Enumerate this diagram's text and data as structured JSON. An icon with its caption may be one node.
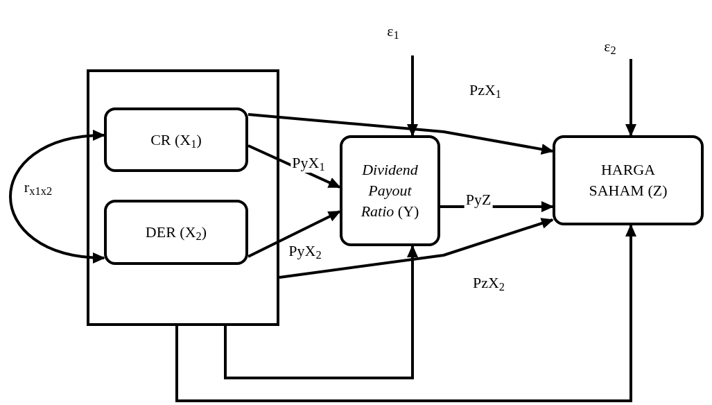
{
  "diagram": {
    "nodes": [
      {
        "text": [],
        "shape": "box"
      },
      {
        "text": [
          "CR (X$_{1}$)"
        ],
        "in": 0
      },
      {
        "text": [
          "DER (X$_{2}$)"
        ],
        "in": 0
      },
      {
        "text": [
          "*Dividend Payout Ratio* (Y)"
        ]
      },
      {
        "text": [
          "HARGA SAHAM (Z)"
        ]
      },
      {
        "text": [
          "ε$_{1}$"
        ]
      },
      {
        "text": [
          "ε$_{2}$"
        ]
      }
    ],
    "edges": [
      {
        "from": 5,
        "to": 3,
        "arrow": "to"
      },
      {
        "from": 6,
        "to": 4,
        "arrow": "to"
      },
      {
        "from": 1,
        "to": 3,
        "arrow": "to",
        "label": "PyX$_{1}$"
      },
      {
        "from": 2,
        "to": 3,
        "arrow": "to",
        "label": "PyX$_{2}$"
      },
      {
        "from": 3,
        "to": 4,
        "arrow": "to",
        "label": "PyZ"
      },
      {
        "from": 1,
        "to": 4,
        "arrow": "to",
        "label": "PzX$_{1}$"
      },
      {
        "from": 0,
        "to": 4,
        "arrow": "to",
        "label": "PzX$_{2}$"
      },
      {
        "from": 1,
        "to": 2,
        "arrow": "both",
        "label": "r$_{x1x2}$"
      },
      {
        "from": 0,
        "to": 3,
        "arrow": "to"
      },
      {
        "from": 0,
        "to": 4,
        "arrow": "to"
      }
    ]
  }
}
